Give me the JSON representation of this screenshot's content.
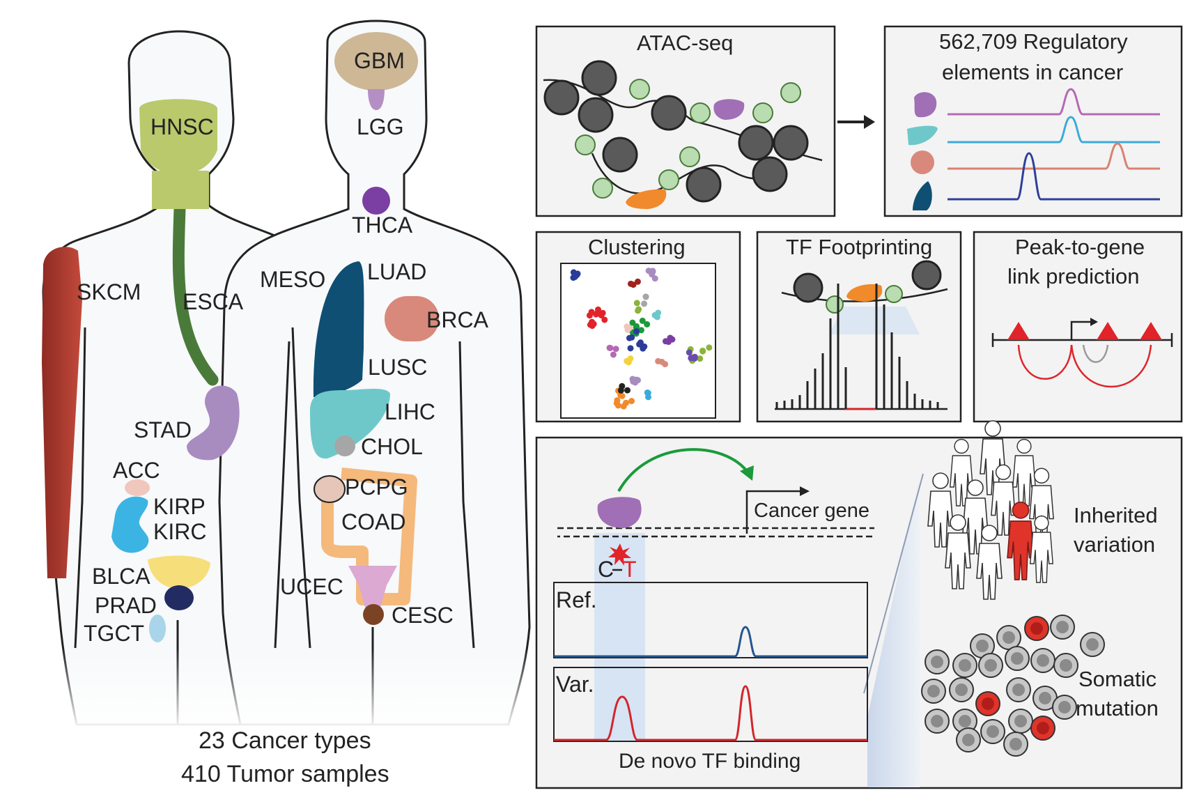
{
  "colors": {
    "panel_bg": "#f3f3f3",
    "panel_border": "#222222",
    "body_fill": "#f7f9fa",
    "skcm": "#a8332a",
    "esca": "#4a7a3a",
    "hnsc": "#b9c96c",
    "gbm": "#cdb795",
    "lgg": "#b48fc4",
    "thca": "#7b3ea3",
    "luad": "#0f4f73",
    "brca": "#d8897c",
    "lihc": "#6ec8c9",
    "chol": "#a6a6a6",
    "pcpg": "#e6c6b8",
    "coad": "#f5b97c",
    "stad": "#a88cc0",
    "acc": "#f0c7bd",
    "kirc": "#3bb4e3",
    "blca": "#f6df7a",
    "prad": "#232b63",
    "tgct": "#a9d4ea",
    "ucec": "#dba9d2",
    "cesc": "#7a4424",
    "purple_track": "#b469b6",
    "teal_track": "#3aabdc",
    "salmon_track": "#d8826f",
    "navy_track": "#2e3f9a",
    "variant_red": "#d3262a",
    "arrow_green": "#1a9a3a"
  },
  "body_labels": {
    "gbm": "GBM",
    "lgg": "LGG",
    "hnsc": "HNSC",
    "thca": "THCA",
    "skcm": "SKCM",
    "esca": "ESCA",
    "meso": "MESO",
    "luad": "LUAD",
    "brca": "BRCA",
    "lusc": "LUSC",
    "lihc": "LIHC",
    "chol": "CHOL",
    "stad": "STAD",
    "acc": "ACC",
    "pcpg": "PCPG",
    "kirp": "KIRP",
    "kirc": "KIRC",
    "coad": "COAD",
    "blca": "BLCA",
    "prad": "PRAD",
    "tgct": "TGCT",
    "ucec": "UCEC",
    "cesc": "CESC"
  },
  "summary": {
    "line1": "23 Cancer types",
    "line2": "410 Tumor samples"
  },
  "panels": {
    "atac": {
      "title": "ATAC-seq"
    },
    "regulatory": {
      "title_line1": "562,709 Regulatory",
      "title_line2": "elements in cancer"
    },
    "clustering": {
      "title": "Clustering"
    },
    "footprinting": {
      "title": "TF Footprinting"
    },
    "peak_to_gene": {
      "title_line1": "Peak-to-gene",
      "title_line2": "link prediction"
    },
    "variant": {
      "gene_label": "Cancer gene",
      "mutation_c": "C",
      "mutation_t": "T",
      "ref_label": "Ref.",
      "var_label": "Var.",
      "caption": "De novo TF binding",
      "inherited_line1": "Inherited",
      "inherited_line2": "variation",
      "somatic_line1": "Somatic",
      "somatic_line2": "mutation"
    }
  }
}
